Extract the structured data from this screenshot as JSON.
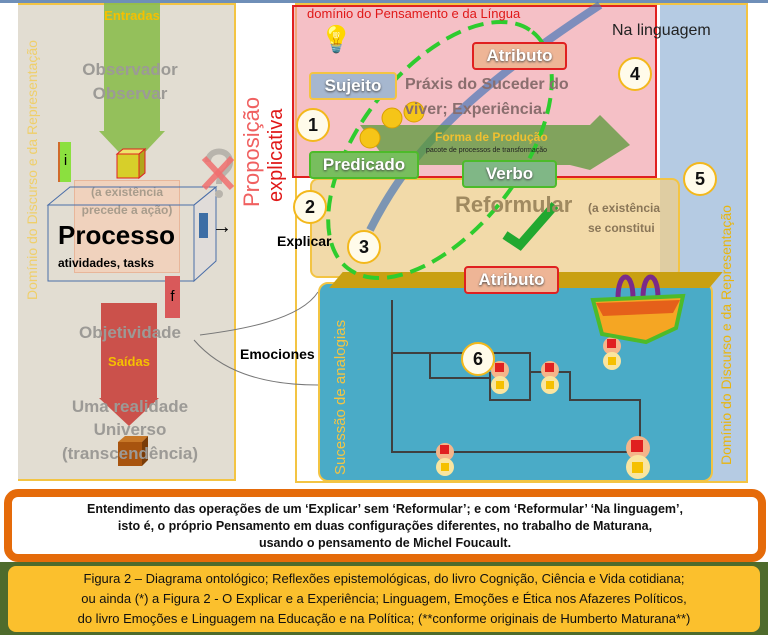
{
  "left_panel": {
    "vertical_title": "Domínio do Discurso e da Representação",
    "observer_line1": "Observador",
    "observer_line2": "Observar",
    "inputs_label": "Entradas",
    "outputs_label": "Saídas",
    "existence_note": "(a existência precede a ação)",
    "process_title": "Processo",
    "process_subtitle": "atividades, tasks",
    "flag_i": "i",
    "flag_f": "f",
    "objectivity": "Objetividade",
    "reality_line1": "Uma realidade",
    "reality_line2": "Universo",
    "reality_line3": "(transcendência)"
  },
  "proposition": {
    "line1": "Proposição",
    "line2": "explicativa"
  },
  "main": {
    "thought_domain": "domínio do Pensamento e da Língua",
    "in_language": "Na linguagem",
    "praxis": "Práxis do Suceder do viver; Experiência.",
    "production_form": "Forma de Produção",
    "production_sub": "pacote de processos de transformação",
    "reformulate": "Reformular",
    "existence_constitutes": "(a existência se constitui",
    "explain": "Explicar",
    "emotions": "Emociones",
    "analogies": "Sucessão de analogias",
    "right_vertical_title": "Domínio do Discurso e da Representação",
    "labels": {
      "subject": "Sujeito",
      "attribute_top": "Atributo",
      "predicate": "Predicado",
      "verb": "Verbo",
      "attribute_bottom": "Atributo"
    },
    "circles": [
      "1",
      "2",
      "3",
      "4",
      "5",
      "6"
    ]
  },
  "caption_box": {
    "line1": "Entendimento das operações de um ‘Explicar’ sem ‘Reformular’; e com ‘Reformular’ ‘Na linguagem’,",
    "line2": "isto é, o próprio Pensamento em duas configurações diferentes, no trabalho de Maturana,",
    "line3": "usando o pensamento de Michel Foucault."
  },
  "figure_caption": {
    "line1": "Figura 2 – Diagrama ontológico; Reflexões epistemológicas, do livro Cognição, Ciência e Vida cotidiana;",
    "line2": "ou ainda (*) a Figura 2 - O Explicar e a Experiência; Linguagem, Emoções e Ética nos Afazeres Políticos,",
    "line3": "do livro Emoções e Linguagem na Educação e na Política; (**conforme originais de Humberto Maturana**)"
  },
  "colors": {
    "orange": "#e56b0a",
    "yellow": "#fbc02d",
    "green_band": "#4e6b2c",
    "analogy_blue": "#4aabc7"
  }
}
